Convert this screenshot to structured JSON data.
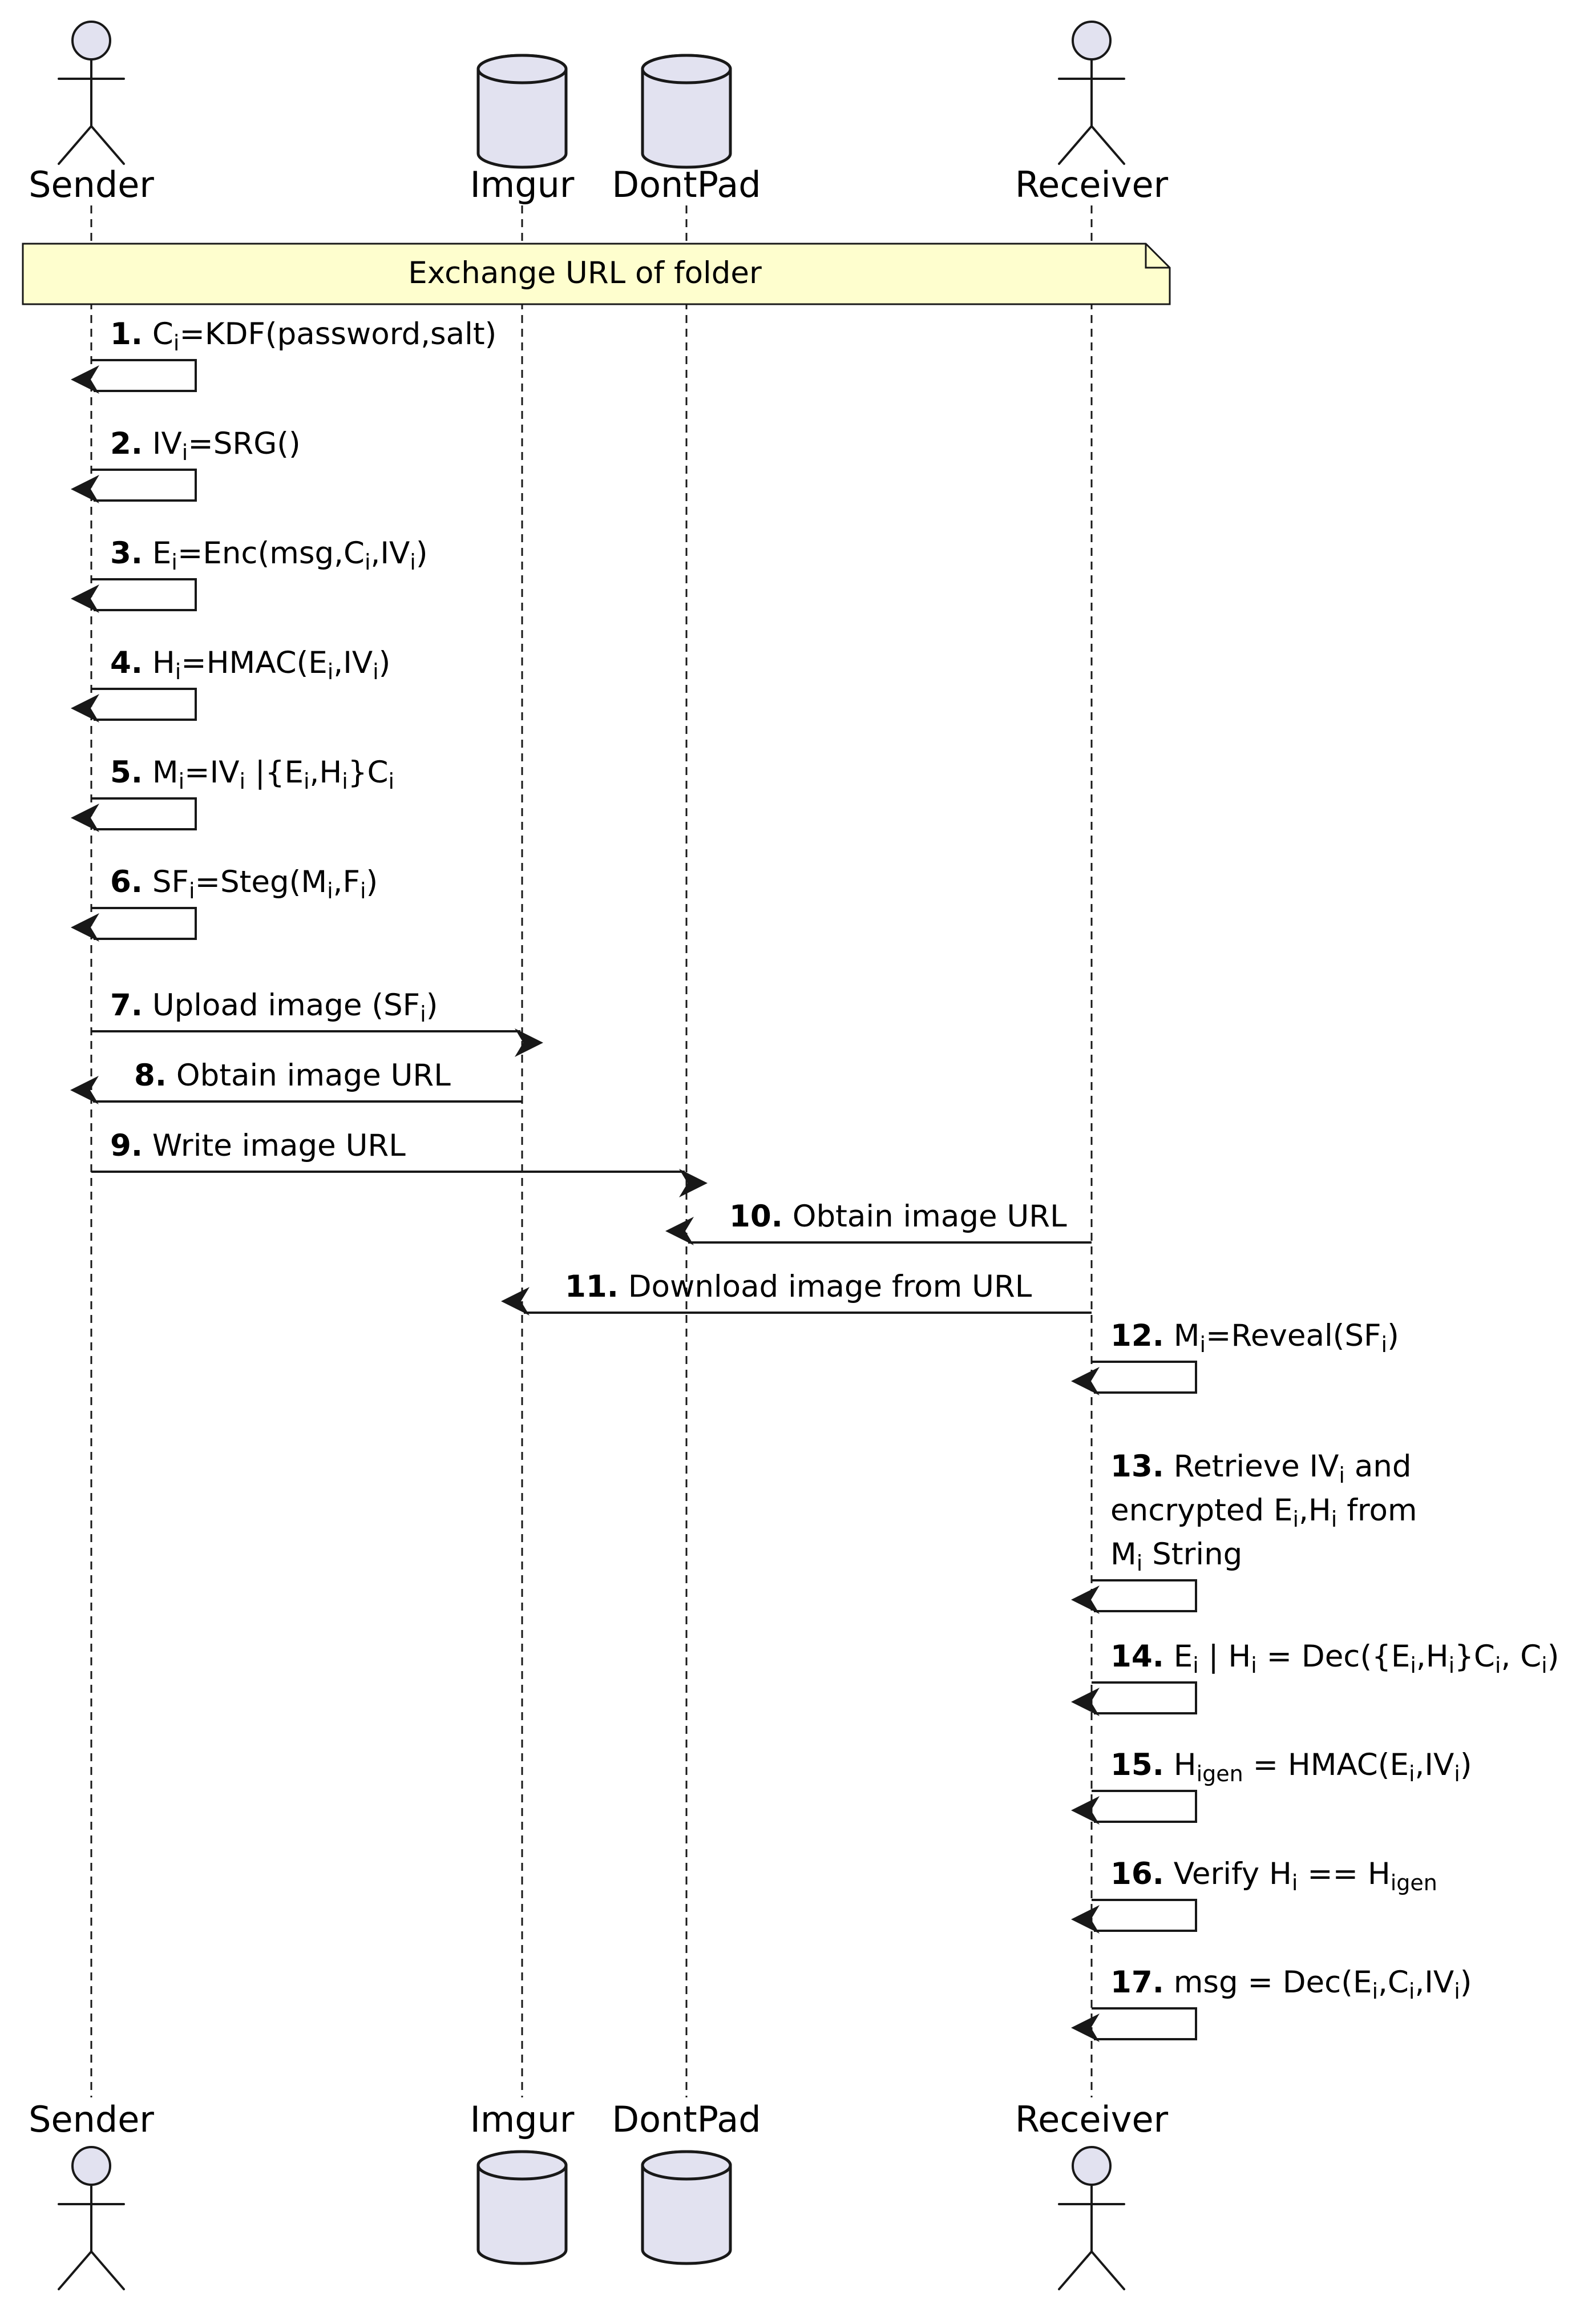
{
  "participants": [
    {
      "id": "sender",
      "name": "Sender",
      "shape": "actor"
    },
    {
      "id": "imgur",
      "name": "Imgur",
      "shape": "database"
    },
    {
      "id": "dontpad",
      "name": "DontPad",
      "shape": "database"
    },
    {
      "id": "receiver",
      "name": "Receiver",
      "shape": "actor"
    }
  ],
  "note": {
    "text": "Exchange URL of folder"
  },
  "messages": [
    {
      "num": "1.",
      "from": "sender",
      "to": "sender",
      "label": [
        {
          "t": "C"
        },
        {
          "t": "i",
          "sub": true
        },
        {
          "t": "=KDF(password,salt)"
        }
      ]
    },
    {
      "num": "2.",
      "from": "sender",
      "to": "sender",
      "label": [
        {
          "t": "IV"
        },
        {
          "t": "i",
          "sub": true
        },
        {
          "t": "=SRG()"
        }
      ]
    },
    {
      "num": "3.",
      "from": "sender",
      "to": "sender",
      "label": [
        {
          "t": "E"
        },
        {
          "t": "i",
          "sub": true
        },
        {
          "t": "=Enc(msg,C"
        },
        {
          "t": "i",
          "sub": true
        },
        {
          "t": ",IV"
        },
        {
          "t": "i",
          "sub": true
        },
        {
          "t": ")"
        }
      ]
    },
    {
      "num": "4.",
      "from": "sender",
      "to": "sender",
      "label": [
        {
          "t": "H"
        },
        {
          "t": "i",
          "sub": true
        },
        {
          "t": "=HMAC(E"
        },
        {
          "t": "i",
          "sub": true
        },
        {
          "t": ",IV"
        },
        {
          "t": "i",
          "sub": true
        },
        {
          "t": ")"
        }
      ]
    },
    {
      "num": "5.",
      "from": "sender",
      "to": "sender",
      "label": [
        {
          "t": "M"
        },
        {
          "t": "i",
          "sub": true
        },
        {
          "t": "=IV"
        },
        {
          "t": "i",
          "sub": true
        },
        {
          "t": " |{E"
        },
        {
          "t": "i",
          "sub": true
        },
        {
          "t": ",H"
        },
        {
          "t": "i",
          "sub": true
        },
        {
          "t": "}C"
        },
        {
          "t": "i",
          "sub": true
        }
      ]
    },
    {
      "num": "6.",
      "from": "sender",
      "to": "sender",
      "label": [
        {
          "t": "SF"
        },
        {
          "t": "i",
          "sub": true
        },
        {
          "t": "=Steg(M"
        },
        {
          "t": "i",
          "sub": true
        },
        {
          "t": ",F"
        },
        {
          "t": "i",
          "sub": true
        },
        {
          "t": ")"
        }
      ]
    },
    {
      "num": "7.",
      "from": "sender",
      "to": "imgur",
      "label": [
        {
          "t": "Upload image (SF"
        },
        {
          "t": "i",
          "sub": true
        },
        {
          "t": ")"
        }
      ]
    },
    {
      "num": "8.",
      "from": "imgur",
      "to": "sender",
      "label": [
        {
          "t": "Obtain image URL"
        }
      ]
    },
    {
      "num": "9.",
      "from": "sender",
      "to": "dontpad",
      "label": [
        {
          "t": "Write image URL"
        }
      ]
    },
    {
      "num": "10.",
      "from": "receiver",
      "to": "dontpad",
      "label": [
        {
          "t": "Obtain image URL"
        }
      ]
    },
    {
      "num": "11.",
      "from": "receiver",
      "to": "imgur",
      "label": [
        {
          "t": "Download image from URL"
        }
      ]
    },
    {
      "num": "12.",
      "from": "receiver",
      "to": "receiver",
      "label": [
        {
          "t": "M"
        },
        {
          "t": "i",
          "sub": true
        },
        {
          "t": "=Reveal(SF"
        },
        {
          "t": "i",
          "sub": true
        },
        {
          "t": ")"
        }
      ]
    },
    {
      "num": "13.",
      "from": "receiver",
      "to": "receiver",
      "label_lines": [
        [
          {
            "t": "Retrieve IV"
          },
          {
            "t": "i",
            "sub": true
          },
          {
            "t": " and"
          }
        ],
        [
          {
            "t": "encrypted E"
          },
          {
            "t": "i",
            "sub": true
          },
          {
            "t": ",H"
          },
          {
            "t": "i",
            "sub": true
          },
          {
            "t": " from"
          }
        ],
        [
          {
            "t": "M"
          },
          {
            "t": "i",
            "sub": true
          },
          {
            "t": " String"
          }
        ]
      ]
    },
    {
      "num": "14.",
      "from": "receiver",
      "to": "receiver",
      "label": [
        {
          "t": "E"
        },
        {
          "t": "i",
          "sub": true
        },
        {
          "t": " | H"
        },
        {
          "t": "i",
          "sub": true
        },
        {
          "t": " = Dec({E"
        },
        {
          "t": "i",
          "sub": true
        },
        {
          "t": ",H"
        },
        {
          "t": "i",
          "sub": true
        },
        {
          "t": "}C"
        },
        {
          "t": "i",
          "sub": true
        },
        {
          "t": ", C"
        },
        {
          "t": "i",
          "sub": true
        },
        {
          "t": ")"
        }
      ]
    },
    {
      "num": "15.",
      "from": "receiver",
      "to": "receiver",
      "label": [
        {
          "t": "H"
        },
        {
          "t": "igen",
          "sub": true
        },
        {
          "t": " = HMAC(E"
        },
        {
          "t": "i",
          "sub": true
        },
        {
          "t": ",IV"
        },
        {
          "t": "i",
          "sub": true
        },
        {
          "t": ")"
        }
      ]
    },
    {
      "num": "16.",
      "from": "receiver",
      "to": "receiver",
      "label": [
        {
          "t": "Verify H"
        },
        {
          "t": "i",
          "sub": true
        },
        {
          "t": " == H"
        },
        {
          "t": "igen",
          "sub": true
        }
      ]
    },
    {
      "num": "17.",
      "from": "receiver",
      "to": "receiver",
      "label": [
        {
          "t": "msg = Dec(E"
        },
        {
          "t": "i",
          "sub": true
        },
        {
          "t": ",C"
        },
        {
          "t": "i",
          "sub": true
        },
        {
          "t": ",IV"
        },
        {
          "t": "i",
          "sub": true
        },
        {
          "t": ")"
        }
      ]
    }
  ],
  "colors": {
    "participant_fill": "#e2e2f0",
    "participant_stroke": "#181818",
    "lifeline": "#181818",
    "note_fill": "#fefece",
    "note_stroke": "#181818",
    "arrow": "#181818"
  }
}
